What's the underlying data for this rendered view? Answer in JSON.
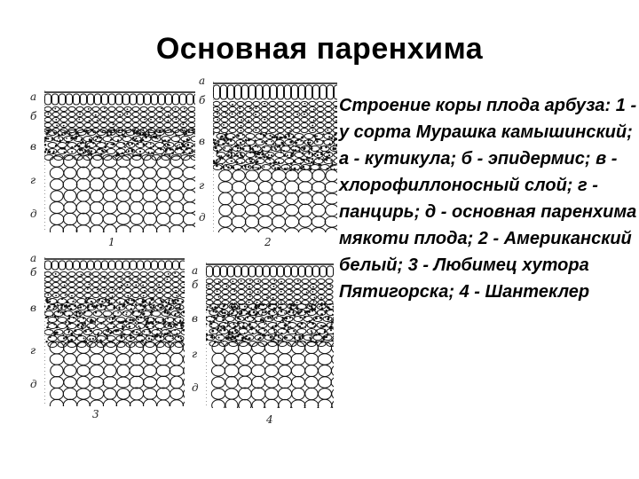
{
  "slide": {
    "title": "Основная паренхима",
    "caption": "Строение коры плода арбуза: 1 - у сорта Мурашка камышинский; а - кутикула; б - эпидермис; в - хлорофиллоносный слой; г - панцирь; д - основная паренхима мякоти плода; 2 - Американский белый; 3 - Любимец хутора Пятигорска; 4 - Шантеклер"
  },
  "figure": {
    "panels": [
      {
        "number": "1",
        "labels": [
          "а",
          "б",
          "в",
          "г",
          "д"
        ]
      },
      {
        "number": "2",
        "labels": [
          "а",
          "б",
          "в",
          "г",
          "д"
        ]
      },
      {
        "number": "3",
        "labels": [
          "а",
          "б",
          "в",
          "г",
          "д"
        ]
      },
      {
        "number": "4",
        "labels": [
          "а",
          "б",
          "в",
          "г",
          "д"
        ]
      }
    ]
  }
}
